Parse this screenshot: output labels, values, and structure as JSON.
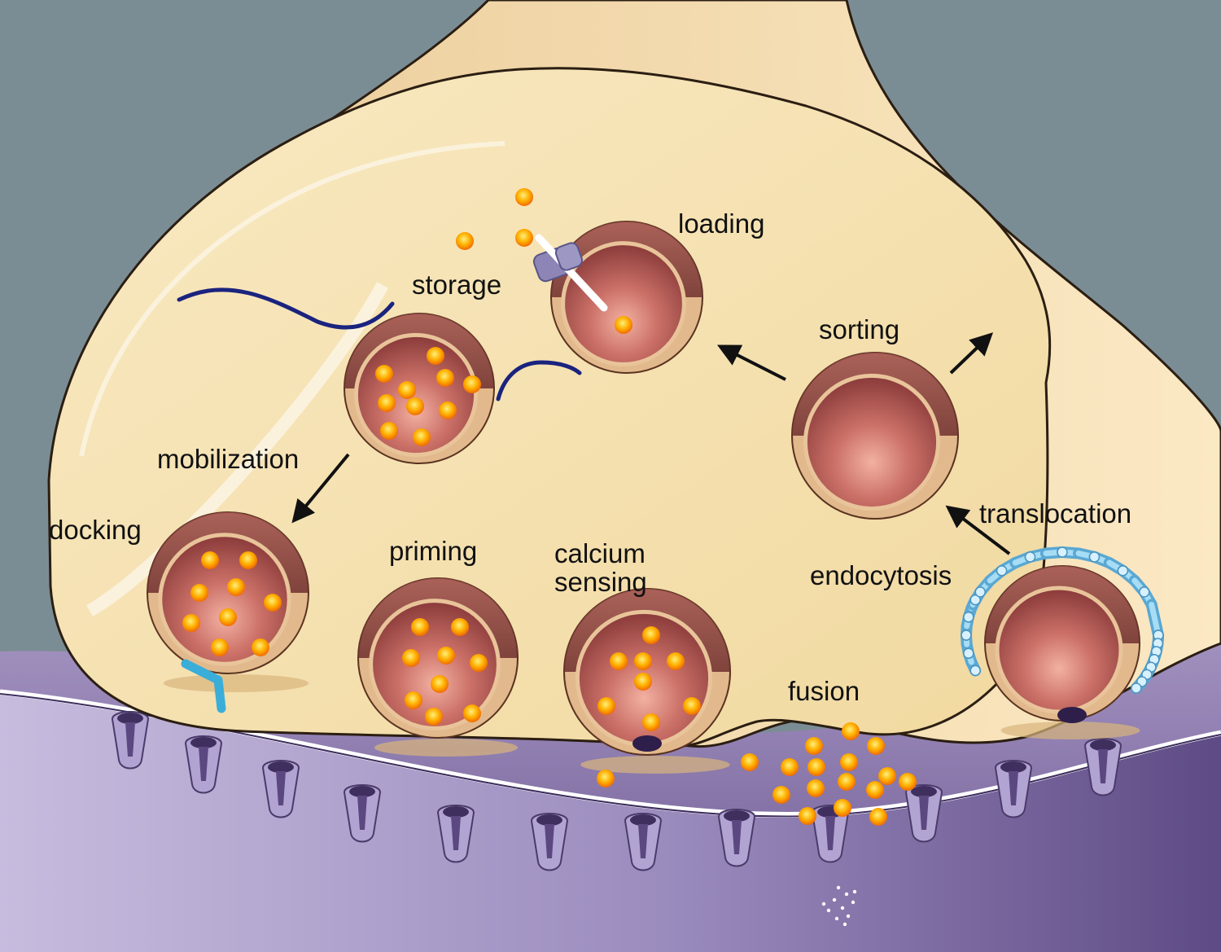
{
  "labels": {
    "loading": "loading",
    "storage": "storage",
    "sorting": "sorting",
    "mobilization": "mobilization",
    "docking": "docking",
    "priming": "priming",
    "calcium_line1": "calcium",
    "calcium_line2": "sensing",
    "translocation": "translocation",
    "endocytosis": "endocytosis",
    "fusion": "fusion"
  },
  "colors": {
    "background": "#7b8d94",
    "terminal_cytoplasm": "#f6e2b2",
    "terminal_shadow": "#e3c48f",
    "terminal_outline": "#2b1e12",
    "postsynaptic": "#8673a6",
    "vesicle_rim": "#e2b98c",
    "vesicle_interior": "#b65a55",
    "neurotransmitter": "#ffb000",
    "clathrin": "#8ecfee",
    "actin": "#1a237e",
    "snare": "#3aaed8",
    "arrow": "#111111"
  },
  "icons": [
    "arrow-icon",
    "vesicle-icon",
    "clathrin-coat-icon",
    "transporter-icon",
    "receptor-icon"
  ]
}
